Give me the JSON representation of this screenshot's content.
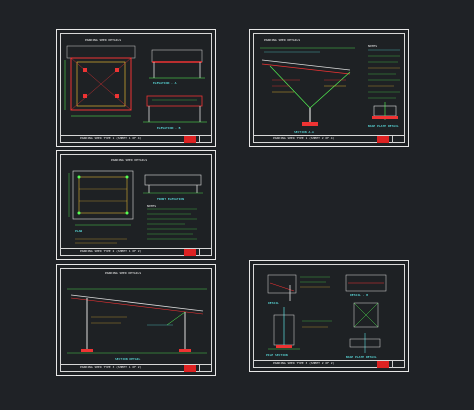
{
  "sheets": [
    {
      "title": "PARKING SHED DETAILS",
      "titleblock": "PARKING SHED TYPE 1 (SHEET 1 OF 4)",
      "labels": [
        "ELEVATION - A",
        "ELEVATION - B"
      ]
    },
    {
      "title": "PARKING SHED DETAILS",
      "titleblock": "PARKING SHED TYPE 1 (SHEET 2 OF 4)",
      "labels": [
        "SECTION A-A",
        "BASE PLATE DETAIL",
        "NOTES"
      ]
    },
    {
      "title": "PARKING SHED DETAILS",
      "titleblock": "PARKING SHED TYPE 2 (SHEET 1 OF 2)",
      "labels": [
        "PLAN",
        "FRONT ELEVATION",
        "NOTES"
      ]
    },
    {
      "title": "PARKING SHED DETAILS",
      "titleblock": "PARKING SHED TYPE 3 (SHEET 1 OF 2)",
      "labels": [
        "SECTION DETAIL"
      ]
    },
    {
      "title": "",
      "titleblock": "PARKING SHED TYPE 3 (SHEET 2 OF 2)",
      "labels": [
        "DETAIL",
        "PILE SECTION",
        "DETAIL - B",
        "BASE PLATE DETAIL"
      ]
    }
  ]
}
